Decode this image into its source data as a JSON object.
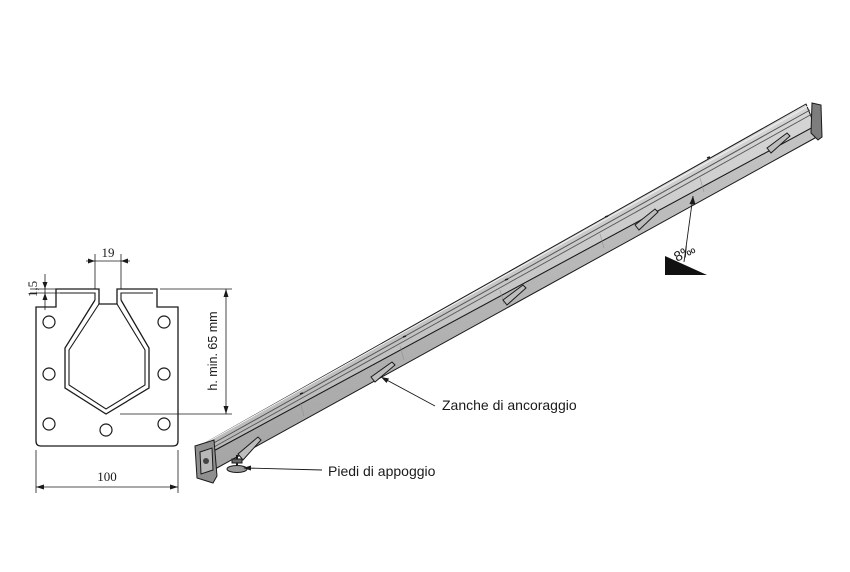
{
  "section": {
    "dim_width": "100",
    "dim_slot": "19",
    "dim_thickness": "1,5",
    "dim_height": "h. min. 65 mm"
  },
  "labels": {
    "anchors": "Zanche di ancoraggio",
    "feet": "Piedi di appoggio",
    "slope": "8‰"
  }
}
